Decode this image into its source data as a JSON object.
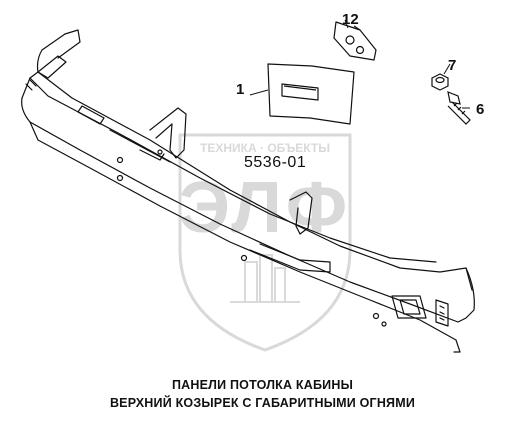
{
  "diagram": {
    "model_number": "5536-01",
    "callouts": [
      {
        "id": "callout-12",
        "label": "12"
      },
      {
        "id": "callout-1",
        "label": "1"
      },
      {
        "id": "callout-7",
        "label": "7"
      },
      {
        "id": "callout-6",
        "label": "6"
      }
    ],
    "watermark": {
      "arc_text": "ТЕХНИКА · ОБЪЕКТЫ",
      "logo_text": "ЭЛФ"
    }
  },
  "caption": {
    "line1": "ПАНЕЛИ ПОТОЛКА КАБИНЫ",
    "line2": "ВЕРХНИЙ КОЗЫРЕК С ГАБАРИТНЫМИ ОГНЯМИ"
  },
  "colors": {
    "line": "#111111",
    "watermark": "#d9d9d9",
    "background": "#ffffff"
  }
}
